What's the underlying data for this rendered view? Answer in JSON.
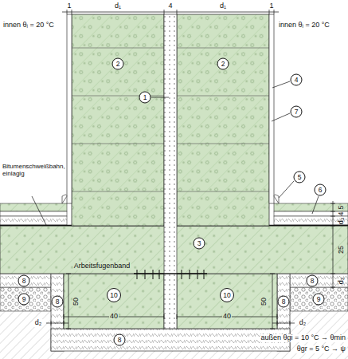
{
  "diagram": {
    "labels": [
      "1",
      "d₁",
      "4",
      "d₁",
      "1",
      "innen θᵢ = 20 °C",
      "innen θᵢ = 20 °C",
      "2",
      "2",
      "1",
      "4",
      "7",
      "5",
      "6",
      "Bitumenschweißbahn, einlagig",
      "5",
      "4",
      "d₃",
      "3",
      "25",
      "Arbeitsfugenband",
      "8",
      "8",
      "d₂",
      "9",
      "8",
      "10",
      "10",
      "8",
      "9",
      "50",
      "50",
      "40",
      "40",
      "d₂",
      "d₂",
      "8",
      "außen θgi = 10 °C → θmin",
      "θgr = 5 °C → ψ"
    ]
  }
}
